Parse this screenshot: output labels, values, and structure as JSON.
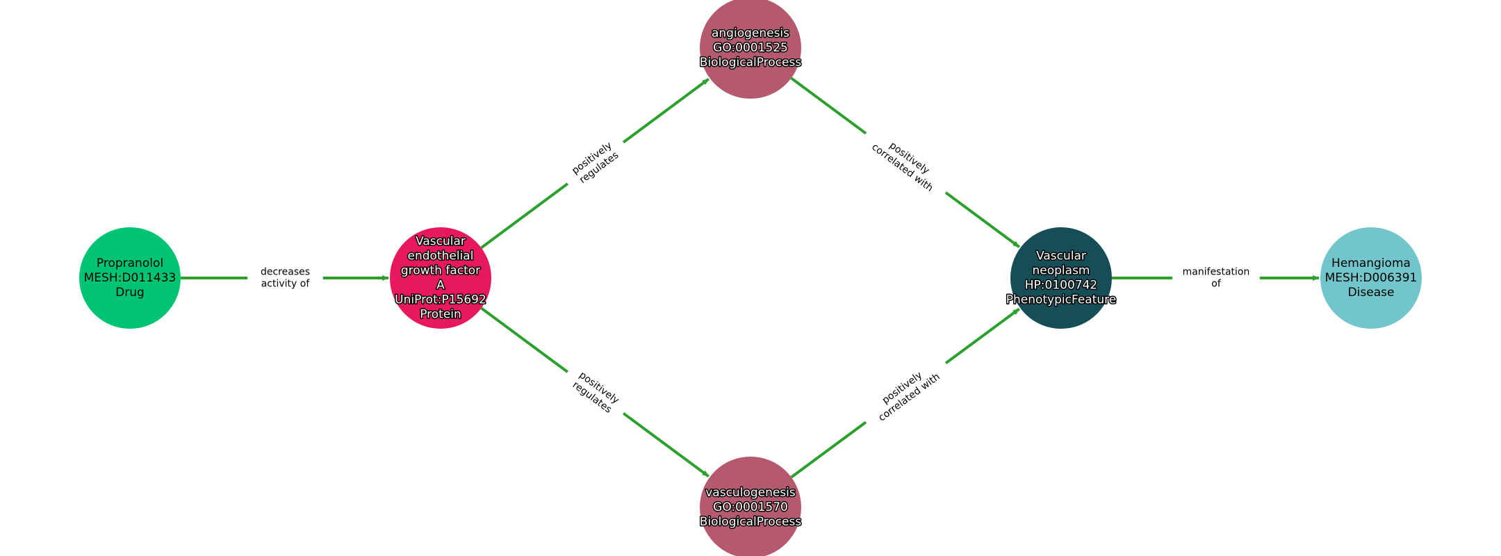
{
  "graph": {
    "edge_color": "#2ca02c",
    "nodes": [
      {
        "id": "propranolol",
        "lines": [
          "Propranolol",
          "MESH:D011433",
          "Drug"
        ],
        "color": "#00c472",
        "text_style": "dark"
      },
      {
        "id": "vegfa",
        "lines": [
          "Vascular",
          "endothelial",
          "growth factor",
          "A",
          "UniProt:P15692",
          "Protein"
        ],
        "color": "#e8185e",
        "text_style": "light"
      },
      {
        "id": "angiogenesis",
        "lines": [
          "angiogenesis",
          "GO:0001525",
          "BiologicalProcess"
        ],
        "color": "#b5596e",
        "text_style": "light"
      },
      {
        "id": "vasculogenesis",
        "lines": [
          "vasculogenesis",
          "GO:0001570",
          "BiologicalProcess"
        ],
        "color": "#b5596e",
        "text_style": "light"
      },
      {
        "id": "neoplasm",
        "lines": [
          "Vascular",
          "neoplasm",
          "HP:0100742",
          "PhenotypicFeature"
        ],
        "color": "#164e57",
        "text_style": "light"
      },
      {
        "id": "hemangioma",
        "lines": [
          "Hemangioma",
          "MESH:D006391",
          "Disease"
        ],
        "color": "#72c6cb",
        "text_style": "dark"
      }
    ],
    "edges": [
      {
        "from": "propranolol",
        "to": "vegfa",
        "lines": [
          "decreases",
          "activity of"
        ]
      },
      {
        "from": "vegfa",
        "to": "angiogenesis",
        "lines": [
          "positively",
          "regulates"
        ]
      },
      {
        "from": "vegfa",
        "to": "vasculogenesis",
        "lines": [
          "positively",
          "regulates"
        ]
      },
      {
        "from": "angiogenesis",
        "to": "neoplasm",
        "lines": [
          "positively",
          "correlated with"
        ]
      },
      {
        "from": "vasculogenesis",
        "to": "neoplasm",
        "lines": [
          "positively",
          "correlated with"
        ]
      },
      {
        "from": "neoplasm",
        "to": "hemangioma",
        "lines": [
          "manifestation",
          "of"
        ]
      }
    ]
  }
}
